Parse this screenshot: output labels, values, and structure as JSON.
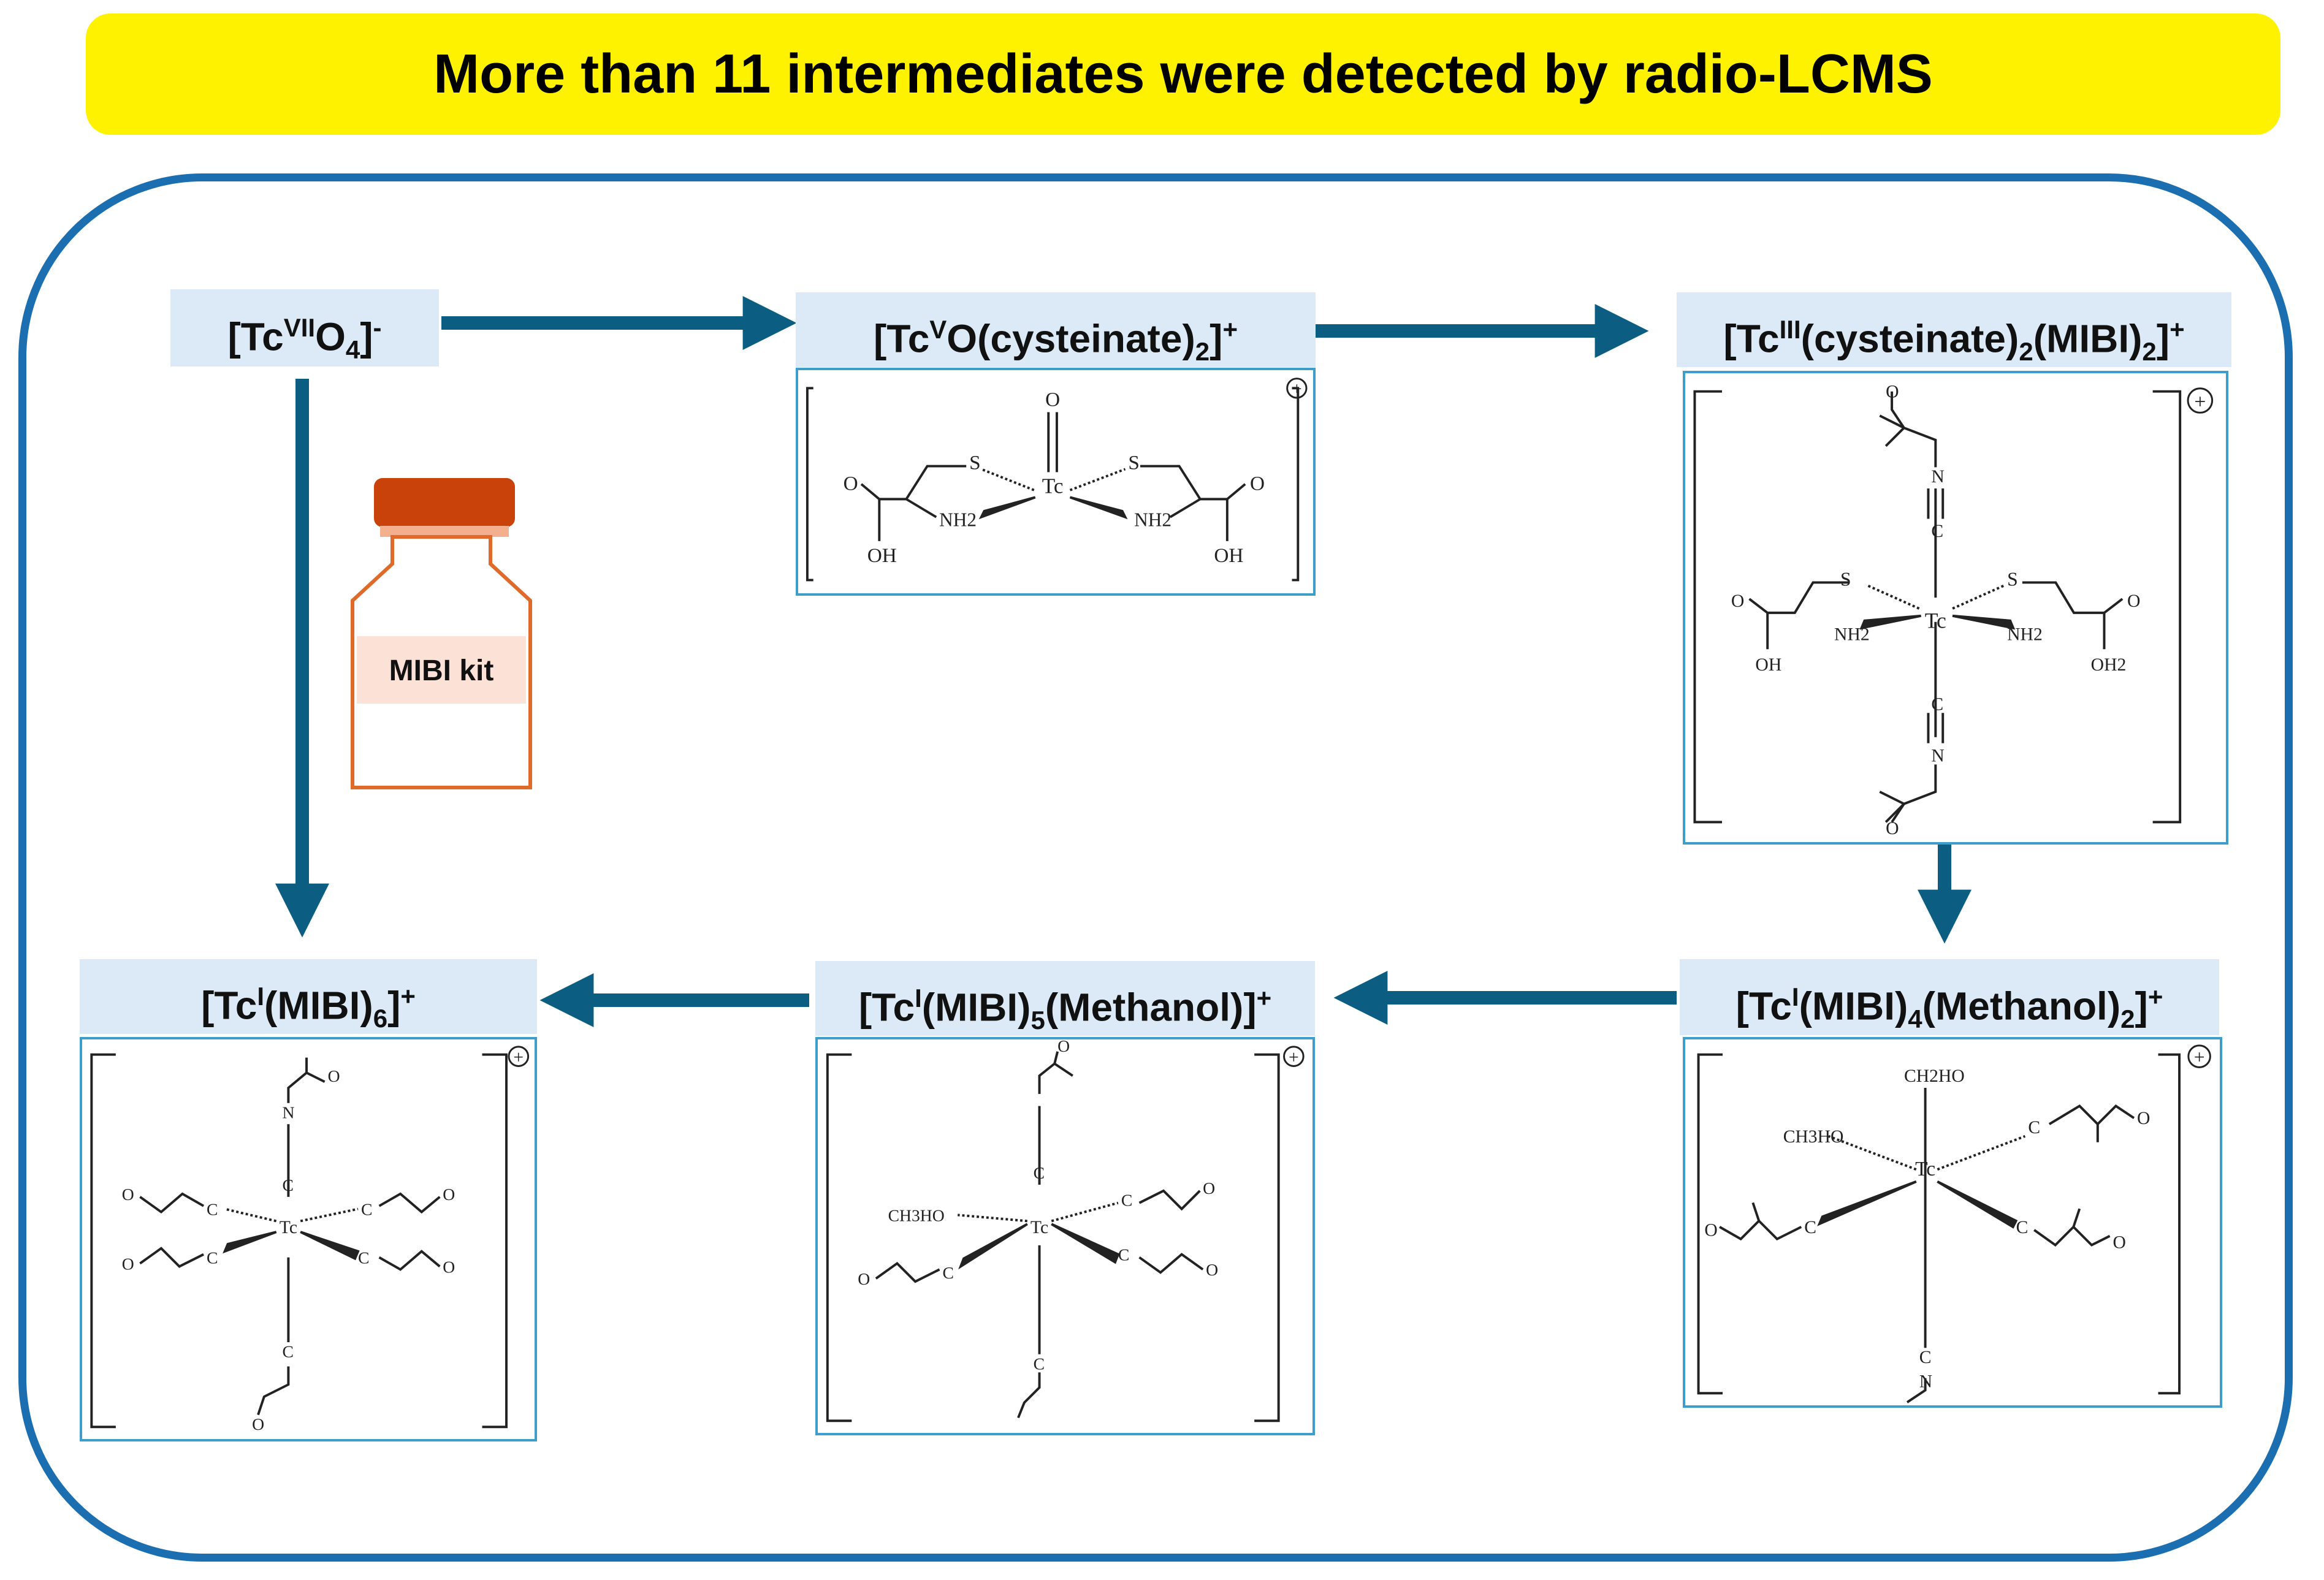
{
  "banner": {
    "text": "More than 11 intermediates were detected by radio-LCMS",
    "bg_color": "#FFF200"
  },
  "accent_color": "#0B5E82",
  "frame_color": "#1B6FB0",
  "vial": {
    "label": "MIBI kit",
    "cap_color": "#C9420A",
    "body_color": "#E06A2A"
  },
  "species": {
    "pertechnetate": {
      "base": "[Tc",
      "ox": "VII",
      "mid": "O",
      "sub": "4",
      "end": "]",
      "charge": "-"
    },
    "tc5": {
      "base": "[Tc",
      "ox": "V",
      "mid": "O(cysteinate)",
      "sub": "2",
      "end": "]",
      "charge": "+"
    },
    "tc3": {
      "base": "[Tc",
      "ox": "III",
      "mid": "(cysteinate)",
      "sub": "2",
      "mid2": "(MIBI)",
      "sub2": "2",
      "end": "]",
      "charge": "+"
    },
    "tc1_m4": {
      "base": "[Tc",
      "ox": "I",
      "mid": "(MIBI)",
      "sub": "4",
      "mid2": "(Methanol)",
      "sub2": "2",
      "end": "]",
      "charge": "+"
    },
    "tc1_m5": {
      "base": "[Tc",
      "ox": "I",
      "mid": "(MIBI)",
      "sub": "5",
      "mid2": "(Methanol)",
      "end": "]",
      "charge": "+"
    },
    "tc1_m6": {
      "base": "[Tc",
      "ox": "I",
      "mid": "(MIBI)",
      "sub": "6",
      "end": "]",
      "charge": "+"
    }
  },
  "atoms": {
    "tc": "Tc",
    "s": "S",
    "o": "O",
    "oh": "OH",
    "nh2": "NH2",
    "n": "N",
    "c": "C",
    "ch3ho": "CH3HO",
    "ch2ho": "CH2HO",
    "oh2": "OH2"
  }
}
